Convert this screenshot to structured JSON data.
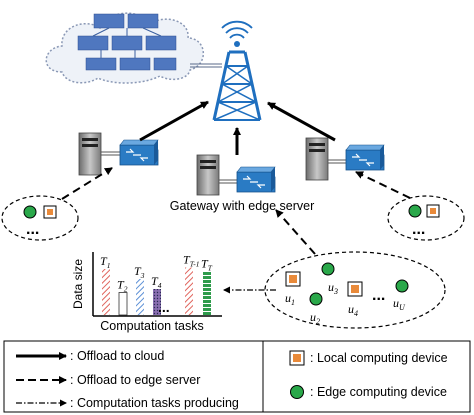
{
  "gateway_label": "Gateway with edge server",
  "chart": {
    "ylabel": "Data size",
    "xlabel": "Computation tasks",
    "tasks": [
      {
        "label": "T",
        "sub": "1",
        "height": 0.92,
        "pattern": "red-diag"
      },
      {
        "label": "T",
        "sub": "2",
        "height": 0.45,
        "pattern": "outline"
      },
      {
        "label": "T",
        "sub": "3",
        "height": 0.72,
        "pattern": "blue-diag"
      },
      {
        "label": "T",
        "sub": "4",
        "height": 0.52,
        "pattern": "purple-cross"
      },
      {
        "label": "T",
        "sub": "T-1",
        "height": 0.95,
        "pattern": "red-diag"
      },
      {
        "label": "T",
        "sub": "T",
        "height": 0.87,
        "pattern": "green-stack"
      }
    ],
    "dots": "..."
  },
  "users": [
    {
      "label": "u",
      "sub": "1"
    },
    {
      "label": "u",
      "sub": "2"
    },
    {
      "label": "u",
      "sub": "3"
    },
    {
      "label": "u",
      "sub": "4"
    },
    {
      "label": "u",
      "sub": "U"
    }
  ],
  "group_dots": "...",
  "legend": {
    "cloud_offload": ": Offload to cloud",
    "edge_offload": ": Offload to edge server",
    "task_producing": ": Computation tasks producing",
    "local_device": ": Local computing device",
    "edge_device": ": Edge computing device"
  },
  "colors": {
    "local_device_fill": "#e98a3a",
    "edge_device_fill": "#2aa84a",
    "gateway_blue": "#2a7bc4",
    "tower_blue": "#1f6fbf",
    "cloud_blue": "#5a7fc0",
    "task_red": "#e0645c",
    "task_blue": "#5b8fd6",
    "task_purple": "#8a6fb0",
    "task_green": "#2e9b4b"
  },
  "icons": [
    "cloud-server-icon",
    "antenna-tower-icon",
    "server-tower-icon",
    "gateway-router-icon"
  ]
}
